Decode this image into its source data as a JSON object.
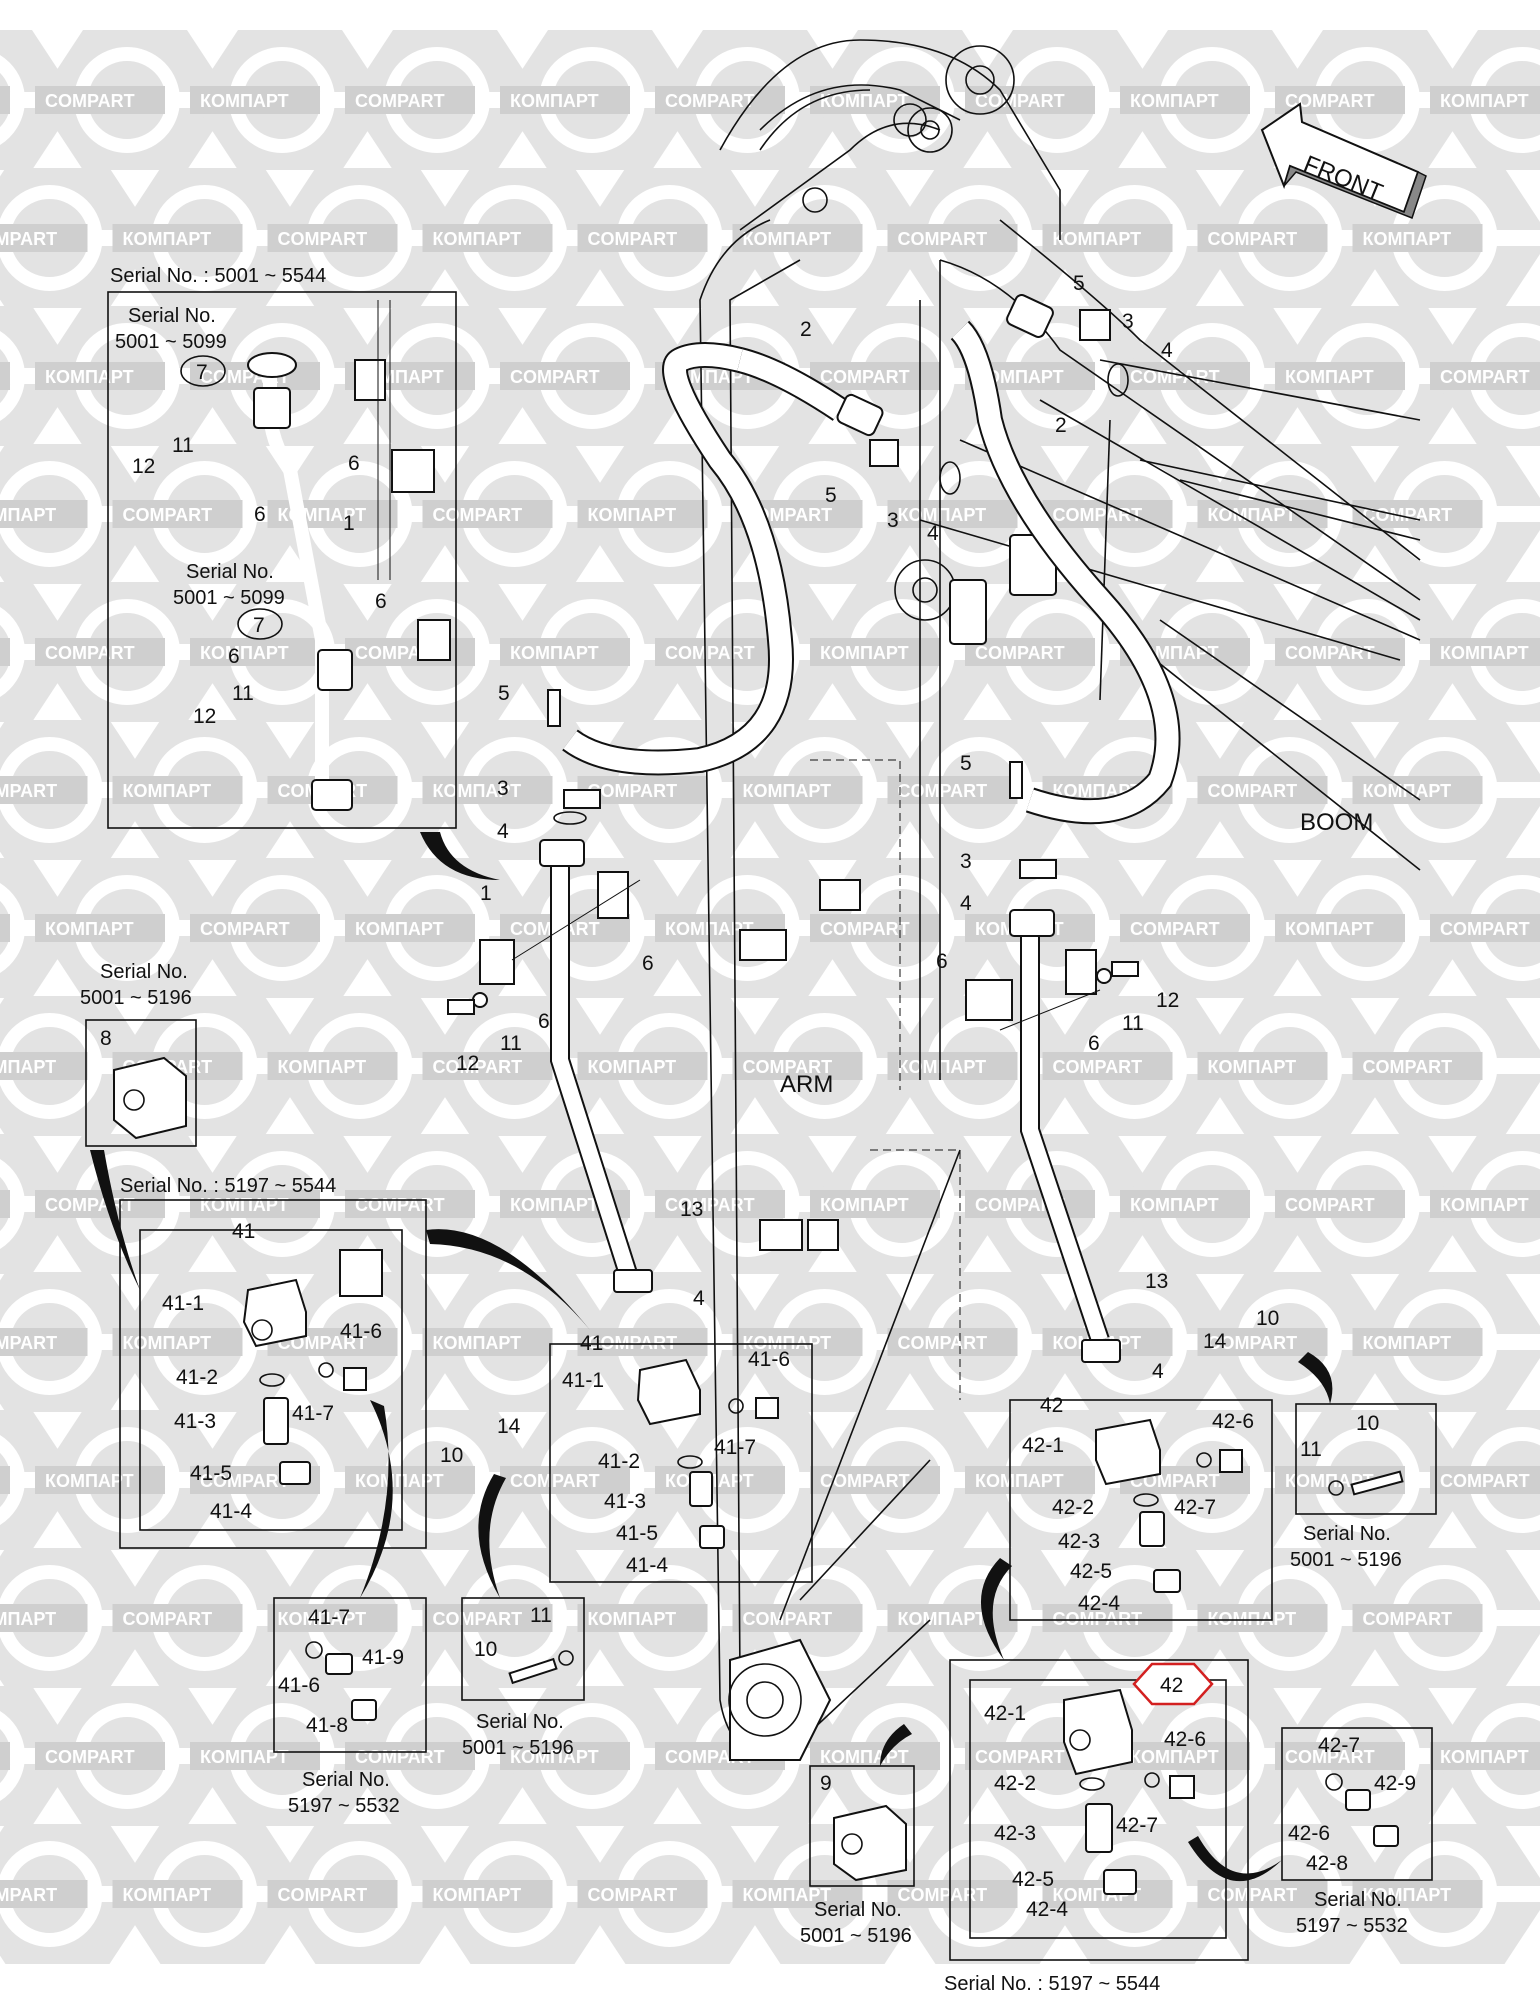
{
  "watermark": {
    "text_cyrillic": "КОМПАРТ",
    "text_latin": "COMPART"
  },
  "labels": {
    "front": "FRONT",
    "boom": "BOOM",
    "arm": "ARM",
    "serial_no": "Serial No.",
    "serial_5001_5544": "Serial No. : 5001 ~ 5544",
    "serial_5197_5544": "Serial No. : 5197 ~ 5544",
    "range_5001_5099": "5001 ~ 5099",
    "range_5001_5196": "5001 ~ 5196",
    "range_5197_5532": "5197 ~ 5532"
  },
  "parts": {
    "p1": "1",
    "p2": "2",
    "p3": "3",
    "p4": "4",
    "p5": "5",
    "p6": "6",
    "p7": "7",
    "p8": "8",
    "p9": "9",
    "p10": "10",
    "p11": "11",
    "p12": "12",
    "p13": "13",
    "p14": "14",
    "p41": "41",
    "p41_1": "41-1",
    "p41_2": "41-2",
    "p41_3": "41-3",
    "p41_4": "41-4",
    "p41_5": "41-5",
    "p41_6": "41-6",
    "p41_7": "41-7",
    "p41_8": "41-8",
    "p41_9": "41-9",
    "p42": "42",
    "p42_1": "42-1",
    "p42_2": "42-2",
    "p42_3": "42-3",
    "p42_4": "42-4",
    "p42_5": "42-5",
    "p42_6": "42-6",
    "p42_7": "42-7",
    "p42_8": "42-8",
    "p42_9": "42-9"
  },
  "colors": {
    "line": "#111111",
    "watermark": "#d9d9d9",
    "highlight": "#d32020"
  }
}
